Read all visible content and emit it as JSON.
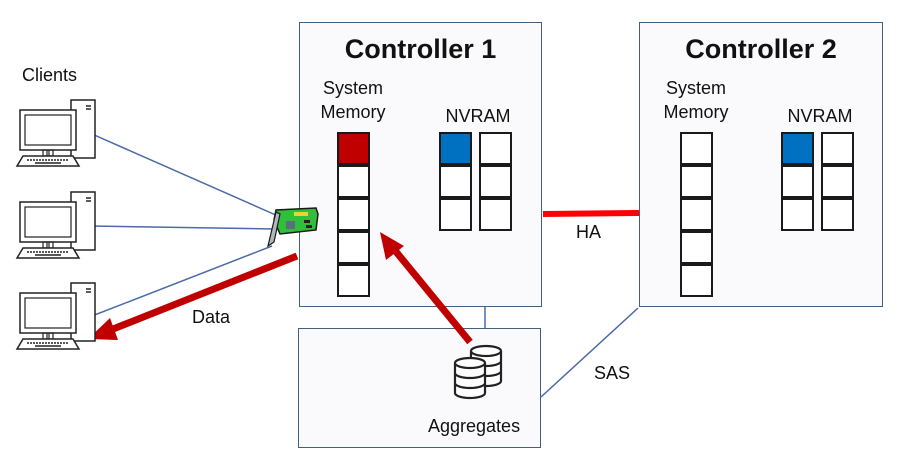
{
  "clients": {
    "label": "Clients",
    "count": 3,
    "icon": "desktop-computer-icon"
  },
  "nic": {
    "icon": "network-card-icon"
  },
  "controller1": {
    "title": "Controller 1",
    "system_memory_label_line1": "System",
    "system_memory_label_line2": "Memory",
    "nvram_label": "NVRAM",
    "system_memory_slots": 5,
    "system_memory_filled": [
      0
    ],
    "nvram_slots": 6,
    "nvram_filled": [
      0
    ]
  },
  "controller2": {
    "title": "Controller 2",
    "system_memory_label_line1": "System",
    "system_memory_label_line2": "Memory",
    "nvram_label": "NVRAM",
    "system_memory_slots": 5,
    "system_memory_filled": [],
    "nvram_slots": 6,
    "nvram_filled": [
      0
    ]
  },
  "aggregates": {
    "label": "Aggregates",
    "icon": "database-icon"
  },
  "links": {
    "ha_label": "HA",
    "sas_label": "SAS",
    "data_label": "Data"
  },
  "colors": {
    "memory_fill": "#c00000",
    "nvram_fill": "#0070c0",
    "ha_line": "#ff0000",
    "data_arrow": "#c00000",
    "network_line": "#4a6aa8",
    "box_border": "#41607e"
  }
}
